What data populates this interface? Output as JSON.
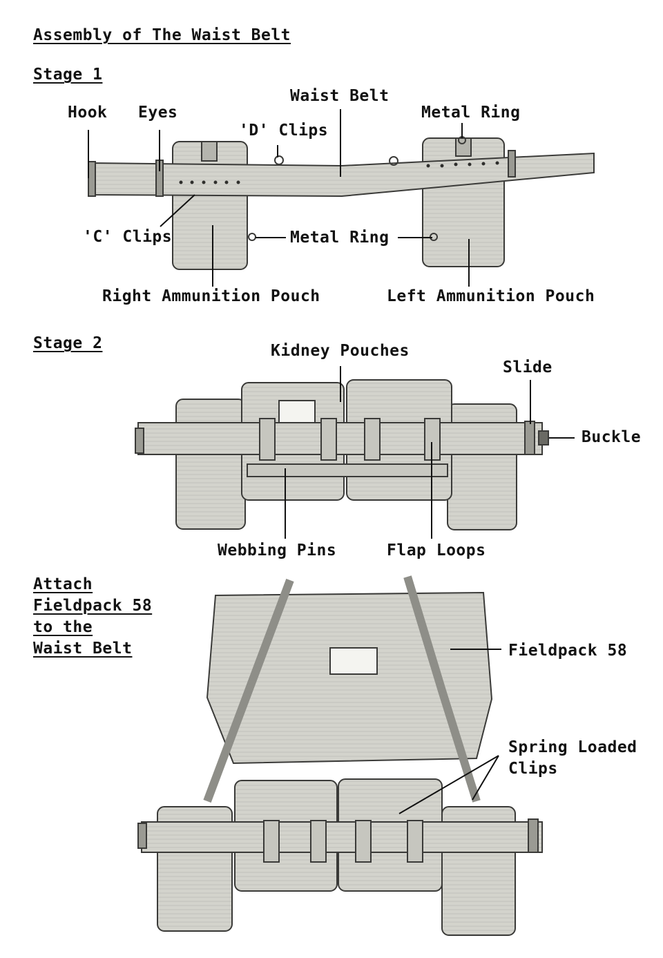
{
  "title": "Assembly of The Waist Belt",
  "stage1": {
    "heading": "Stage 1",
    "labels": {
      "hook": "Hook",
      "eyes": "Eyes",
      "waist_belt": "Waist Belt",
      "d_clips": "'D' Clips",
      "metal_ring_top": "Metal Ring",
      "c_clips": "'C' Clips",
      "metal_ring_mid": "Metal Ring",
      "right_pouch": "Right Ammunition Pouch",
      "left_pouch": "Left Ammunition Pouch"
    }
  },
  "stage2": {
    "heading": "Stage 2",
    "labels": {
      "kidney_pouches": "Kidney Pouches",
      "slide": "Slide",
      "buckle": "Buckle",
      "webbing_pins": "Webbing Pins",
      "flap_loops": "Flap Loops"
    }
  },
  "stage3": {
    "heading_lines": [
      "Attach",
      "Fieldpack 58",
      "to the",
      "Waist Belt"
    ],
    "labels": {
      "fieldpack": "Fieldpack 58",
      "spring_clips_line1": "Spring Loaded",
      "spring_clips_line2": "Clips"
    }
  },
  "colors": {
    "webbing": "#cfcfc8",
    "webbing_dark": "#9a9a93",
    "outline": "#3a3a38",
    "leader": "#111111"
  }
}
